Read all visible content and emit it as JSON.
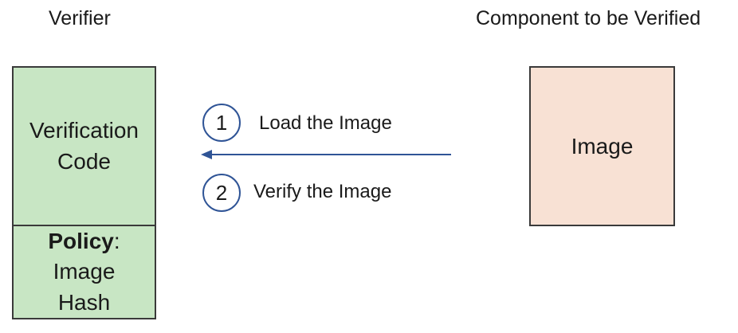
{
  "verifier": {
    "title": "Verifier",
    "code_line1": "Verification",
    "code_line2": "Code",
    "policy_bold": "Policy",
    "policy_colon": ":",
    "policy_line2": "Image",
    "policy_line3": "Hash"
  },
  "component": {
    "title": "Component to be Verified",
    "image_label": "Image"
  },
  "steps": [
    {
      "number": "1",
      "label": "Load the Image"
    },
    {
      "number": "2",
      "label": "Verify the Image"
    }
  ],
  "colors": {
    "verifier_fill": "#c8e6c4",
    "image_fill": "#f8e1d4",
    "arrow": "#2f5496",
    "border": "#3a3a3a"
  },
  "arrow": {
    "direction": "right-to-left",
    "from": "component",
    "to": "verifier"
  }
}
